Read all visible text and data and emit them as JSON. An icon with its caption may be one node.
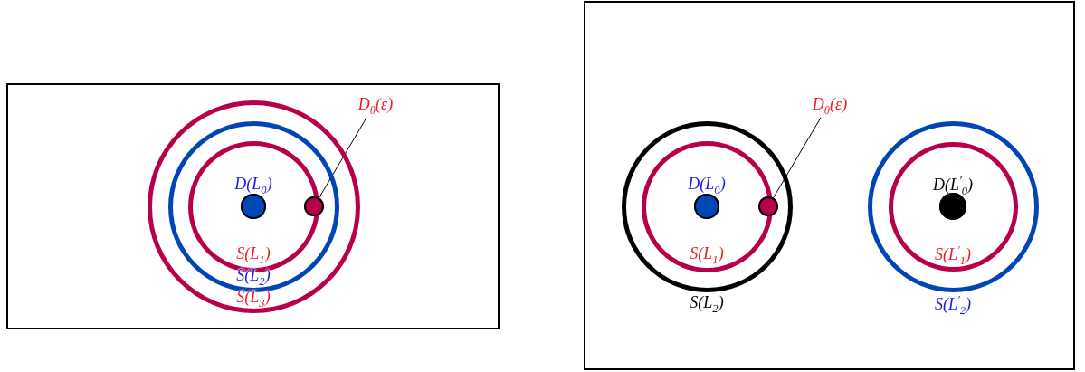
{
  "diagram": {
    "nodes": [
      {
        "text": [],
        "shape": "box"
      },
      {
        "text": [
          "S(L$_{3}$)"
        ],
        "in": 0
      },
      {
        "text": [
          "S(L$_{2}$)"
        ],
        "in": 1
      },
      {
        "text": [
          "S(L$_{1}$)"
        ],
        "in": 2
      },
      {
        "text": [
          "D(L$_{0}$)"
        ],
        "in": 3
      },
      {
        "text": [],
        "shape": "circle",
        "in": 3
      },
      {
        "text": [
          "D$_{θ}$(ε)"
        ],
        "in": 0
      },
      {
        "text": [],
        "shape": "box"
      },
      {
        "text": [
          "S(L$_{2}$)"
        ],
        "in": 7
      },
      {
        "text": [
          "S(L$_{1}$)"
        ],
        "in": 8
      },
      {
        "text": [
          "D(L$_{0}$)"
        ],
        "in": 9
      },
      {
        "text": [],
        "shape": "circle",
        "in": 9
      },
      {
        "text": [
          "D$_{θ}$(ε)"
        ],
        "in": 7
      },
      {
        "text": [
          "S(L$^{′}$$_{2}$)"
        ],
        "in": 7
      },
      {
        "text": [
          "S(L$^{′}$$_{1}$)"
        ],
        "in": 13
      },
      {
        "text": [
          "D(L$^{′}$$_{0}$)"
        ],
        "in": 14
      }
    ],
    "edges": [
      {
        "from": 6,
        "to": 5,
        "arrow": "none"
      },
      {
        "from": 12,
        "to": 11,
        "arrow": "none"
      }
    ]
  }
}
